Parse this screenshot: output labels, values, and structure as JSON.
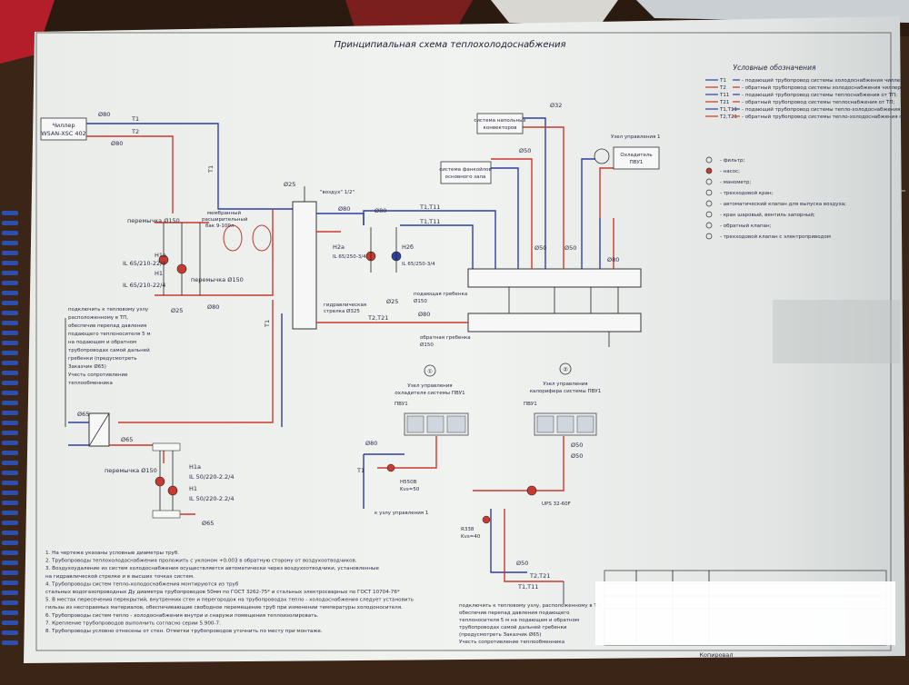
{
  "diagram": {
    "title": "Принципиальная схема теплохолодоснабжения",
    "legend": {
      "title": "Условные обозначения",
      "lines": [
        {
          "code": "Т1",
          "text": "- подающий трубопровод системы холодоснабжения чиллера;",
          "color": "#2e3f9e"
        },
        {
          "code": "Т2",
          "text": "- обратный трубопровод системы холодоснабжения чиллера;",
          "color": "#c83a30"
        },
        {
          "code": "Т11",
          "text": "- подающий трубопровод системы теплоснабжения от ТП;",
          "color": "#2e3f9e"
        },
        {
          "code": "Т21",
          "text": "- обратный трубопровод системы теплоснабжения от ТП;",
          "color": "#c83a30"
        },
        {
          "code": "Т1,Т11",
          "text": "- подающий трубопровод системы тепло-холодоснабжения;",
          "color": "#2e3f9e"
        },
        {
          "code": "Т2,Т21",
          "text": "- обратный трубопровод системы тепло-холодоснабжения фанкойлов;",
          "color": "#c83a30"
        }
      ],
      "symbols": [
        "- фильтр;",
        "- насос;",
        "- манометр;",
        "- трехходовой кран;",
        "- автоматический клапан для выпуска воздуха;",
        "- кран шаровый, вентиль запорный;",
        "- обратный клапан;",
        "- трехходовой клапан с электроприводом"
      ]
    },
    "chiller": {
      "label_1": "Чиллер",
      "label_2": "WSAN-XSC 402"
    },
    "convectors": {
      "label_1": "система напольных",
      "label_2": "конвекторов"
    },
    "fancoils": {
      "label_1": "система фанкойлов",
      "label_2": "основного зала"
    },
    "pvu": {
      "label_1": "Охладитель",
      "label_2": "ПВУ1"
    },
    "unit1_top": "Узел управления 1",
    "expansion_tank": {
      "label_1": "мембранный",
      "label_2": "расширительный",
      "label_3": "бак 9-100л"
    },
    "hydro_arrow": {
      "label_1": "гидравлическая",
      "label_2": "стрелка Ø325"
    },
    "supply_manifold": {
      "label_1": "подающая гребенка",
      "label_2": "Ø150"
    },
    "return_manifold": {
      "label_1": "обратная гребенка",
      "label_2": "Ø150"
    },
    "vozduh": "\"воздух\" 1/2\"",
    "pumps_top": {
      "h1a": "Н1а",
      "h1": "Н1",
      "model": "IL 65/210-22/4",
      "model2": "IL 65/210-22/4",
      "bypass": "перемычка Ø150",
      "bypass2": "перемычка Ø150"
    },
    "pumps_mid": {
      "h2a": "Н2а",
      "h2b": "Н2б",
      "model": "IL 65/250-3/4"
    },
    "pumps_bottom": {
      "h1a": "Н1а",
      "h1": "Н1",
      "model": "IL 50/220-2.2/4",
      "model2": "IL 50/220-2.2/4",
      "bypass": "перемычка Ø150"
    },
    "unit_cooler": {
      "circle": "①",
      "label_1": "Узел управления",
      "label_2": "охладителя системы ПВУ1",
      "device": "ПВУ1",
      "valve": "H550B",
      "kvs": "Kvs=50",
      "to_unit": "к узлу управления 1"
    },
    "unit_heater": {
      "circle": "②",
      "label_1": "Узел управления",
      "label_2": "калорифера системы ПВУ1",
      "device": "ПВУ1",
      "pump": "UPS 32-60F",
      "valve": "R338",
      "kvs": "Kvs=40"
    },
    "left_note": [
      "подключить к тепловому узлу",
      "расположенному в ТП,",
      "обеспечив перепад давления",
      "подающего теплоносителя 5 м",
      "на подающем и обратном",
      "трубопроводах самой дальней",
      "гребенки (предусмотреть",
      "Заказчик Ø65)",
      "Учесть сопротивление",
      "теплообменника"
    ],
    "right_note": [
      "подключить к тепловому узлу, расположенному в ТП,",
      "обеспечив перепад давления подающего",
      "теплоносителя 5 м на подающем и обратном",
      "трубопроводах самой дальней гребенки",
      "(предусмотреть Заказчик Ø65)",
      "Учесть сопротивление теплообменника"
    ],
    "footnotes": [
      "1.  На чертеже указаны условные диаметры труб.",
      "2.  Трубопроводы теплохолодоснабжения проложить с уклоном +0,003 в обратную сторону от воздухоотводчиков.",
      "3.  Воздухоудаление из систем холодоснабжения осуществляется автоматически через воздухоотводчики, установленные",
      "     на гидравлической стрелке и в высших точках систем.",
      "4.  Трубопроводы систем тепло-холодоснабжения монтируются из труб",
      "     стальных водогазопроводных  Ду диаметра трубопроводов 50мм по ГОСТ 3262-75* и стальных электросварных по ГОСТ 10704-76*",
      "5.  В местах пересечения перекрытий, внутренних стен и перегородок на трубопроводах тепло - холодоснабжения следует установить",
      "     гильзы из несгораемых материалов, обеспечивающие свободное перемещение труб при изменении температуры холодоносителя.",
      "6.  Трубопроводы систем тепло - холодоснабжения внутри и снаружи помещения теплоизолировать.",
      "7.  Крепление трубопроводов выполнить согласно серии 5.900-7.",
      "8.  Трубопроводы условно отнесены от стен. Отметки трубопроводов уточнить по месту при монтаже."
    ],
    "pipe_labels": {
      "t1": "Т1",
      "t2": "Т2",
      "t11": "Т1,Т11",
      "t21": "Т2,Т21",
      "d80": "Ø80",
      "d65": "Ø65",
      "d50": "Ø50",
      "d32": "Ø32",
      "d25": "Ø25",
      "d150": "Ø150"
    },
    "stamp": {
      "bottom": "Копировал"
    }
  }
}
